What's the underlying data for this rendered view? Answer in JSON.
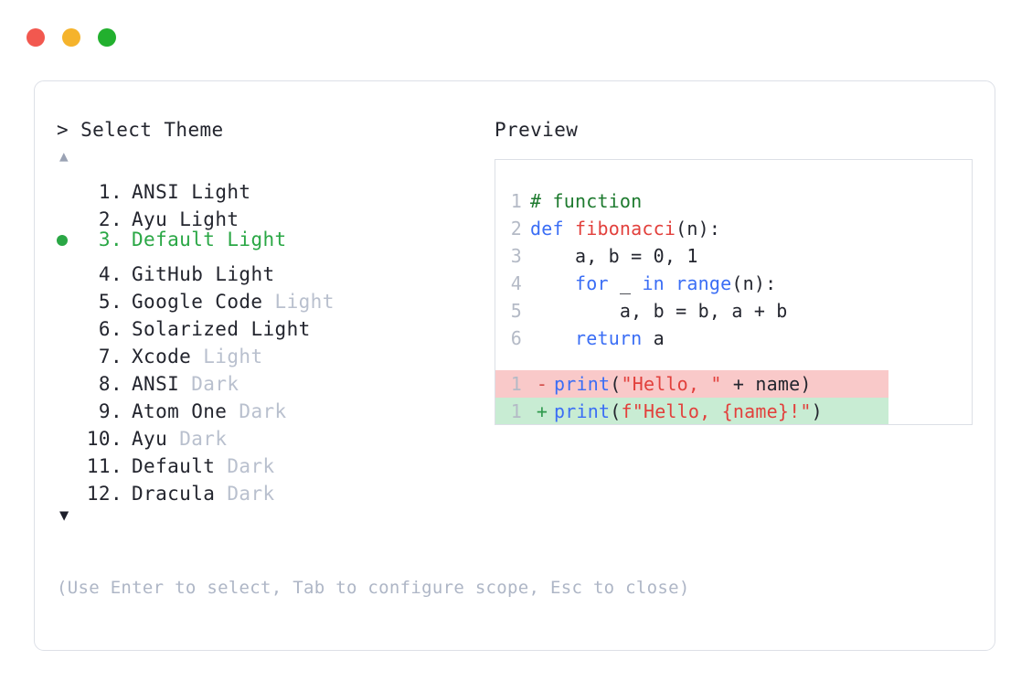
{
  "window": {
    "traffic_lights": [
      {
        "name": "close-button",
        "color": "#f2584f"
      },
      {
        "name": "minimize-button",
        "color": "#f5b32b"
      },
      {
        "name": "maximize-button",
        "color": "#22b02e"
      }
    ]
  },
  "left": {
    "prompt": "> Select Theme",
    "scroll_up_icon": "▲",
    "scroll_down_icon": "▼",
    "selected_index": 3,
    "themes": [
      {
        "num": "1.",
        "name": "ANSI",
        "variant": "Light",
        "variant_muted": false,
        "selected": false
      },
      {
        "num": "2.",
        "name": "Ayu",
        "variant": "Light",
        "variant_muted": false,
        "selected": false
      },
      {
        "num": "3.",
        "name": "Default",
        "variant": "Light",
        "variant_muted": false,
        "selected": true
      },
      {
        "num": "4.",
        "name": "GitHub",
        "variant": "Light",
        "variant_muted": false,
        "selected": false
      },
      {
        "num": "5.",
        "name": "Google Code",
        "variant": "Light",
        "variant_muted": true,
        "selected": false
      },
      {
        "num": "6.",
        "name": "Solarized",
        "variant": "Light",
        "variant_muted": false,
        "selected": false
      },
      {
        "num": "7.",
        "name": "Xcode",
        "variant": "Light",
        "variant_muted": true,
        "selected": false
      },
      {
        "num": "8.",
        "name": "ANSI",
        "variant": "Dark",
        "variant_muted": true,
        "selected": false
      },
      {
        "num": "9.",
        "name": "Atom One",
        "variant": "Dark",
        "variant_muted": true,
        "selected": false
      },
      {
        "num": "10.",
        "name": "Ayu",
        "variant": "Dark",
        "variant_muted": true,
        "selected": false
      },
      {
        "num": "11.",
        "name": "Default",
        "variant": "Dark",
        "variant_muted": true,
        "selected": false
      },
      {
        "num": "12.",
        "name": "Dracula",
        "variant": "Dark",
        "variant_muted": true,
        "selected": false
      }
    ],
    "hint": "(Use Enter to select, Tab to configure scope, Esc to close)"
  },
  "right": {
    "title": "Preview",
    "code_lines": [
      {
        "ln": "1",
        "tokens": [
          {
            "t": "# function",
            "c": "tok-com"
          }
        ]
      },
      {
        "ln": "2",
        "tokens": [
          {
            "t": "def ",
            "c": "tok-kw"
          },
          {
            "t": "fibonacci",
            "c": "tok-fn"
          },
          {
            "t": "(n):",
            "c": "tok-plain"
          }
        ]
      },
      {
        "ln": "3",
        "tokens": [
          {
            "t": "    a, b = 0, 1",
            "c": "tok-plain"
          }
        ]
      },
      {
        "ln": "4",
        "tokens": [
          {
            "t": "    ",
            "c": "tok-plain"
          },
          {
            "t": "for",
            "c": "tok-kw"
          },
          {
            "t": " _ ",
            "c": "tok-plain"
          },
          {
            "t": "in",
            "c": "tok-kw"
          },
          {
            "t": " ",
            "c": "tok-plain"
          },
          {
            "t": "range",
            "c": "tok-kw"
          },
          {
            "t": "(n):",
            "c": "tok-plain"
          }
        ]
      },
      {
        "ln": "5",
        "tokens": [
          {
            "t": "        a, b = b, a + b",
            "c": "tok-plain"
          }
        ]
      },
      {
        "ln": "6",
        "tokens": [
          {
            "t": "    ",
            "c": "tok-plain"
          },
          {
            "t": "return",
            "c": "tok-kw"
          },
          {
            "t": " a",
            "c": "tok-plain"
          }
        ]
      }
    ],
    "diff_lines": [
      {
        "ln": "1",
        "sign": "-",
        "kind": "removed",
        "tokens": [
          {
            "t": "print",
            "c": "tok-kw"
          },
          {
            "t": "(",
            "c": "tok-plain"
          },
          {
            "t": "\"Hello, \"",
            "c": "tok-str"
          },
          {
            "t": " + name)",
            "c": "tok-plain"
          }
        ]
      },
      {
        "ln": "1",
        "sign": "+",
        "kind": "added",
        "tokens": [
          {
            "t": "print",
            "c": "tok-kw"
          },
          {
            "t": "(",
            "c": "tok-plain"
          },
          {
            "t": "f\"Hello, {name}!\"",
            "c": "tok-str"
          },
          {
            "t": ")",
            "c": "tok-plain"
          }
        ]
      }
    ]
  }
}
